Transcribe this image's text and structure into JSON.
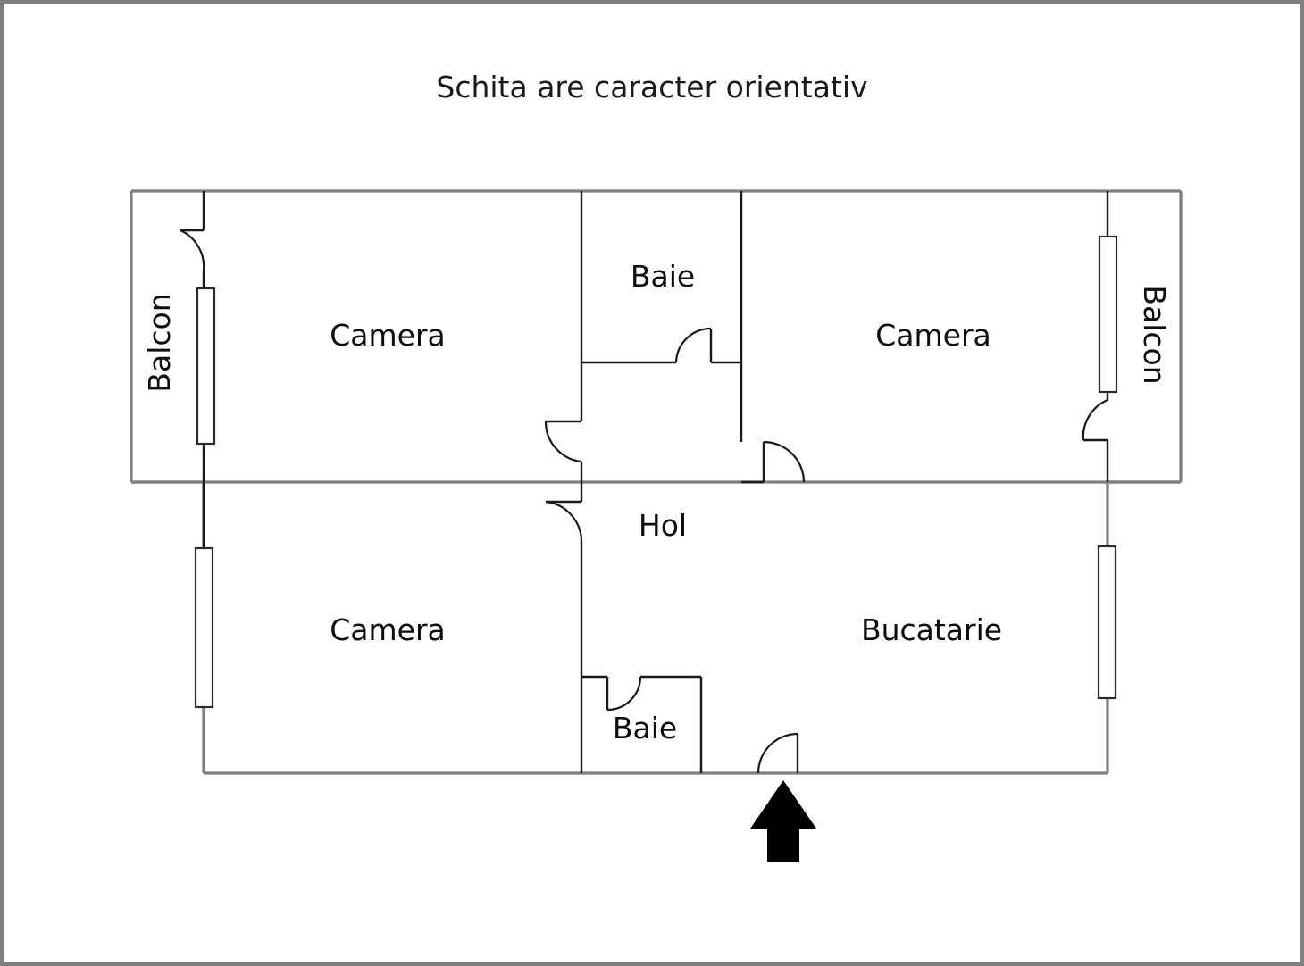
{
  "page": {
    "title": "Schita are caracter orientativ",
    "background_color": "#ffffff",
    "border_color": "#7f7f7f",
    "wall_color_outer": "#7f7f7f",
    "wall_color_inner": "#1a1a1a",
    "arrow_color": "#000000"
  },
  "rooms": {
    "balcony_left": "Balcon",
    "balcony_right": "Balcon",
    "camera_top_left": "Camera",
    "camera_bottom_left": "Camera",
    "camera_top_right": "Camera",
    "bathroom_top": "Baie",
    "bathroom_bottom": "Baie",
    "hallway": "Hol",
    "kitchen": "Bucatarie"
  },
  "annotations": {
    "entry_arrow": "entrance-direction-arrow"
  }
}
